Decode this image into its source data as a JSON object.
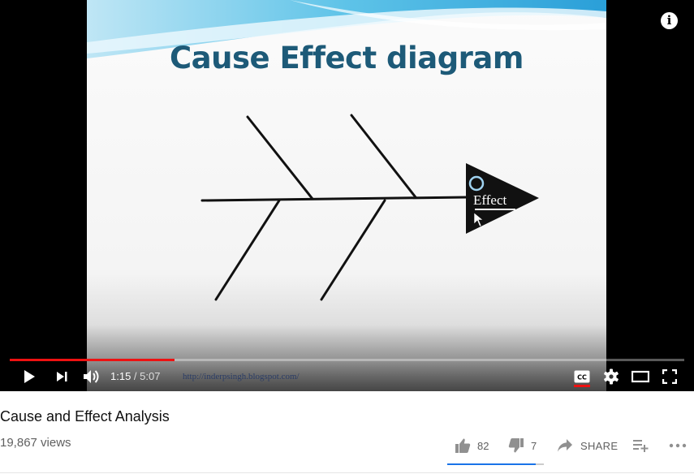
{
  "player": {
    "slide_title": "Cause Effect diagram",
    "effect_label": "Effect",
    "watermark_url": "http://inderpsingh.blogspot.com/",
    "info_icon": "info-icon",
    "info_glyph": "i",
    "current_time": "1:15",
    "separator": " / ",
    "duration": "5:07",
    "progress": 0.2445,
    "accent_color": "#ee1111"
  },
  "video": {
    "title": "Cause and Effect Analysis",
    "views": "19,867 views",
    "likes": "82",
    "dislikes": "7",
    "share_label": "SHARE",
    "like_ratio": 0.92,
    "like_color": "#1a73e8"
  }
}
